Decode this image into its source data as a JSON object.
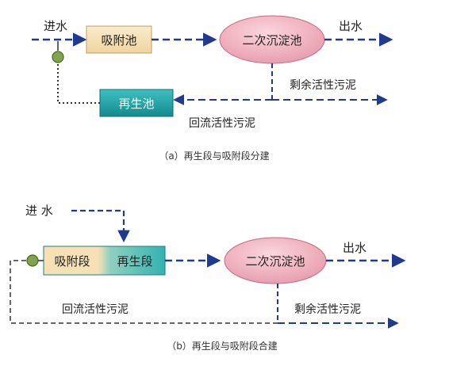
{
  "diagram_a": {
    "inlet_label": "进水",
    "adsorption_tank": "吸附池",
    "secondary_clarifier": "二次沉淀池",
    "outlet_label": "出水",
    "excess_sludge_label": "剩余活性污泥",
    "regeneration_tank": "再生池",
    "return_sludge_label": "回流活性污泥",
    "caption": "（a）再生段与吸附段分建"
  },
  "diagram_b": {
    "inlet_label": "进 水",
    "adsorption_section": "吸附段",
    "regeneration_section": "再生段",
    "secondary_clarifier": "二次沉淀池",
    "outlet_label": "出水",
    "return_sludge_label": "回流活性污泥",
    "excess_sludge_label": "剩余活性污泥",
    "caption": "（b）再生段与吸附段合建"
  },
  "colors": {
    "flow_line": "#1f3a8f",
    "adsorption_box": "#f6e1b6",
    "regeneration_box": "#1fa3a3",
    "clarifier": "#f2b8c2",
    "pump": "#7fa54a"
  }
}
